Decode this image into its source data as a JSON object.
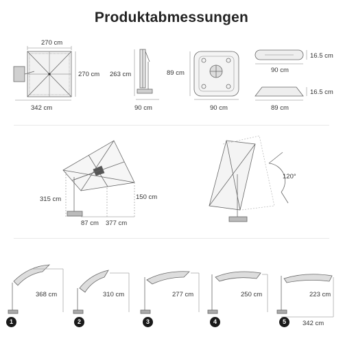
{
  "title": "Produktabmessungen",
  "dimensions": {
    "top_view": {
      "width_top": "270 cm",
      "height_right": "270 cm",
      "width_bottom": "342 cm"
    },
    "side_view": {
      "height": "263 cm",
      "base": "90 cm"
    },
    "base_plate": {
      "height": "89 cm",
      "width": "90 cm"
    },
    "weights": [
      {
        "width": "90 cm",
        "height": "16.5 cm"
      },
      {
        "width": "89 cm",
        "height": "16.5 cm"
      }
    ],
    "open_umbrella": {
      "total_height": "315 cm",
      "clearance": "150 cm",
      "offset": "87 cm",
      "reach": "377 cm"
    },
    "tilt": {
      "angle": "120°"
    },
    "positions": [
      {
        "badge": "1",
        "height": "368 cm"
      },
      {
        "badge": "2",
        "height": "310 cm"
      },
      {
        "badge": "3",
        "height": "277 cm"
      },
      {
        "badge": "4",
        "height": "250 cm"
      },
      {
        "badge": "5",
        "height": "223 cm"
      }
    ],
    "positions_width": "342 cm"
  },
  "colors": {
    "line": "#666666",
    "canopy": "#888888",
    "badge": "#1a1a1a"
  }
}
